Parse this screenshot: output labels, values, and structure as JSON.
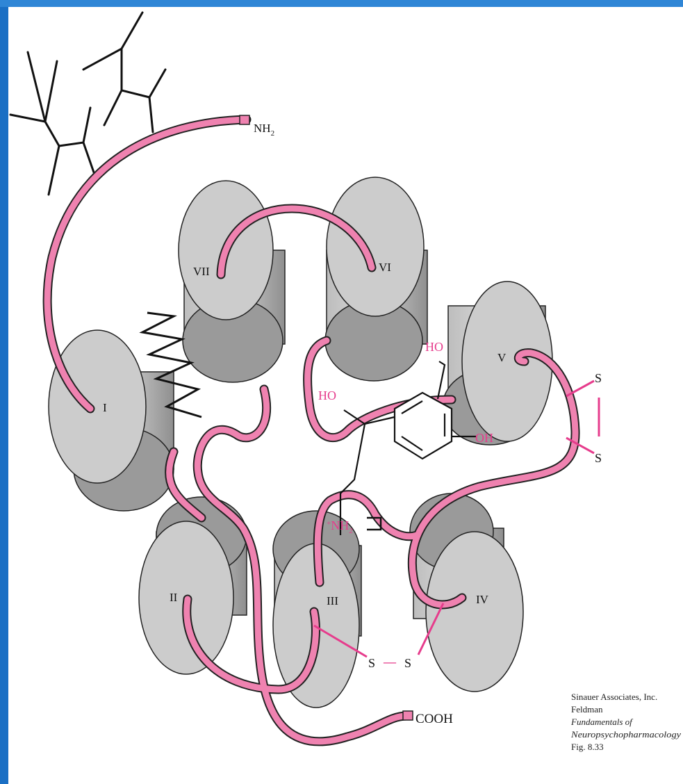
{
  "colors": {
    "background_frame": "#1a6fc4",
    "panel": "#ffffff",
    "helix_fill": "#cccccc",
    "helix_shade": "#9a9a9a",
    "chain": "#ef82b0",
    "pink_text": "#e63c8c",
    "ink": "#111111"
  },
  "diagram": {
    "termini": {
      "n": "NH",
      "n_sub": "2",
      "c": "COOH"
    },
    "helices": [
      "I",
      "II",
      "III",
      "IV",
      "V",
      "VI",
      "VII"
    ],
    "ligand": {
      "ho_top": "HO",
      "ho_left": "HO",
      "oh_right": "OH",
      "amine_plus": "+",
      "amine": "NH",
      "amine_sub": "2"
    },
    "disulfide": {
      "s": "S",
      "dash": "—"
    }
  },
  "credit": {
    "line1": "Sinauer Associates, Inc.",
    "line2": "Feldman",
    "line3": "Fundamentals of",
    "line4": "Neuropsychopharmacology",
    "line5": "Fig. 8.33"
  }
}
